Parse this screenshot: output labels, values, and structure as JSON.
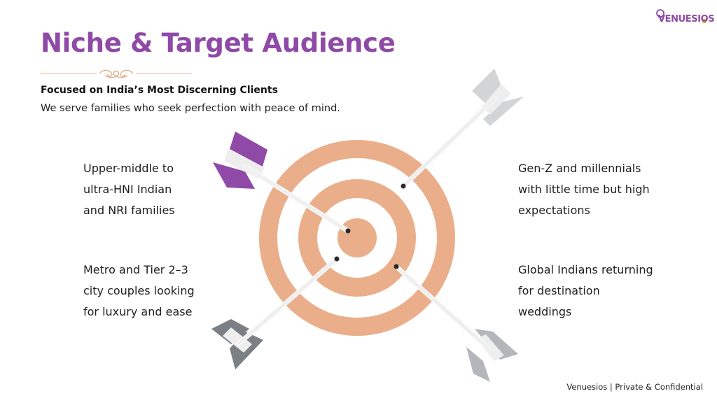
{
  "slide": {
    "title": "Niche & Target Audience",
    "subheading": "Focused on India’s Most Discerning Clients",
    "tagline": "We serve families who seek perfection with peace of mind.",
    "footer": "Venuesios | Private & Confidential"
  },
  "brand": {
    "logo_text": "VENUESIOS",
    "accent_color": "#8e4aa6",
    "target_color": "#eaae8a"
  },
  "audiences": {
    "top_left": "Upper-middle to\nultra-HNI Indian\nand NRI families",
    "bottom_left": "Metro and Tier 2–3\ncity couples looking\nfor luxury and ease",
    "top_right": "Gen-Z and millennials\nwith little time but high\nexpectations",
    "bottom_right": "Global Indians returning\nfor destination\nweddings"
  }
}
